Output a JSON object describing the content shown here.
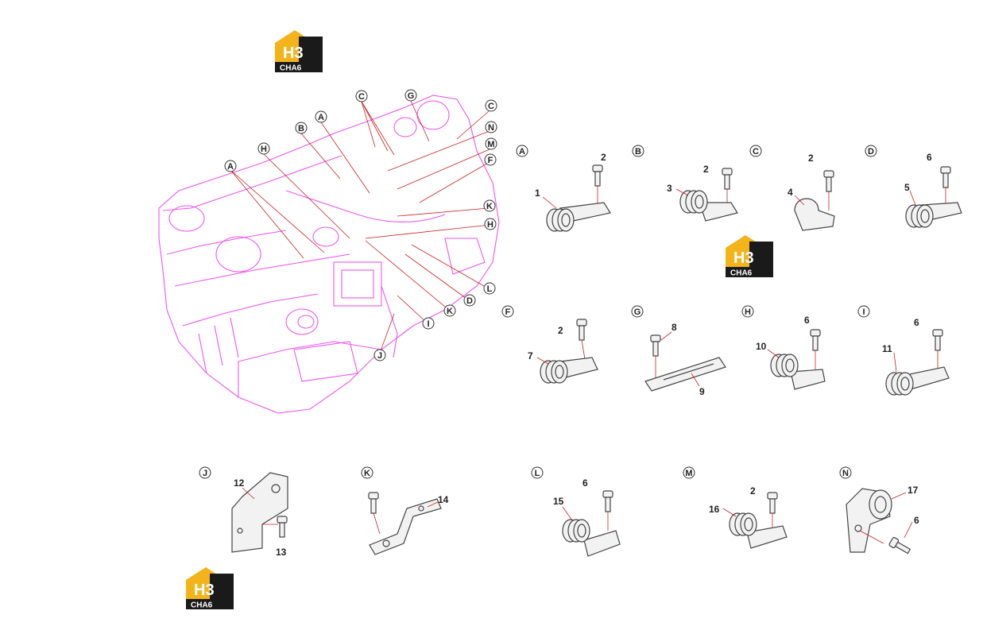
{
  "logo": {
    "top_text": "H3",
    "bottom_text": "CHA6",
    "colors": {
      "yellow": "#f3b31a",
      "dark": "#1a1a1a"
    }
  },
  "engine": {
    "color": "#ee55ee",
    "callouts": [
      "C",
      "G",
      "A",
      "C",
      "B",
      "N",
      "M",
      "H",
      "A",
      "F",
      "K",
      "H",
      "L",
      "D",
      "K",
      "I",
      "J"
    ]
  },
  "groups": [
    {
      "letter": "A",
      "numbers": [
        "2",
        "1"
      ]
    },
    {
      "letter": "B",
      "numbers": [
        "2",
        "3"
      ]
    },
    {
      "letter": "C",
      "numbers": [
        "2",
        "4"
      ]
    },
    {
      "letter": "D",
      "numbers": [
        "6",
        "5"
      ]
    },
    {
      "letter": "F",
      "numbers": [
        "2",
        "7"
      ]
    },
    {
      "letter": "G",
      "numbers": [
        "8",
        "9"
      ]
    },
    {
      "letter": "H",
      "numbers": [
        "6",
        "10"
      ]
    },
    {
      "letter": "I",
      "numbers": [
        "6",
        "11"
      ]
    },
    {
      "letter": "J",
      "numbers": [
        "12",
        "13"
      ]
    },
    {
      "letter": "K",
      "numbers": [
        "14"
      ]
    },
    {
      "letter": "L",
      "numbers": [
        "6",
        "15"
      ]
    },
    {
      "letter": "M",
      "numbers": [
        "2",
        "16"
      ]
    },
    {
      "letter": "N",
      "numbers": [
        "17",
        "6"
      ]
    }
  ]
}
